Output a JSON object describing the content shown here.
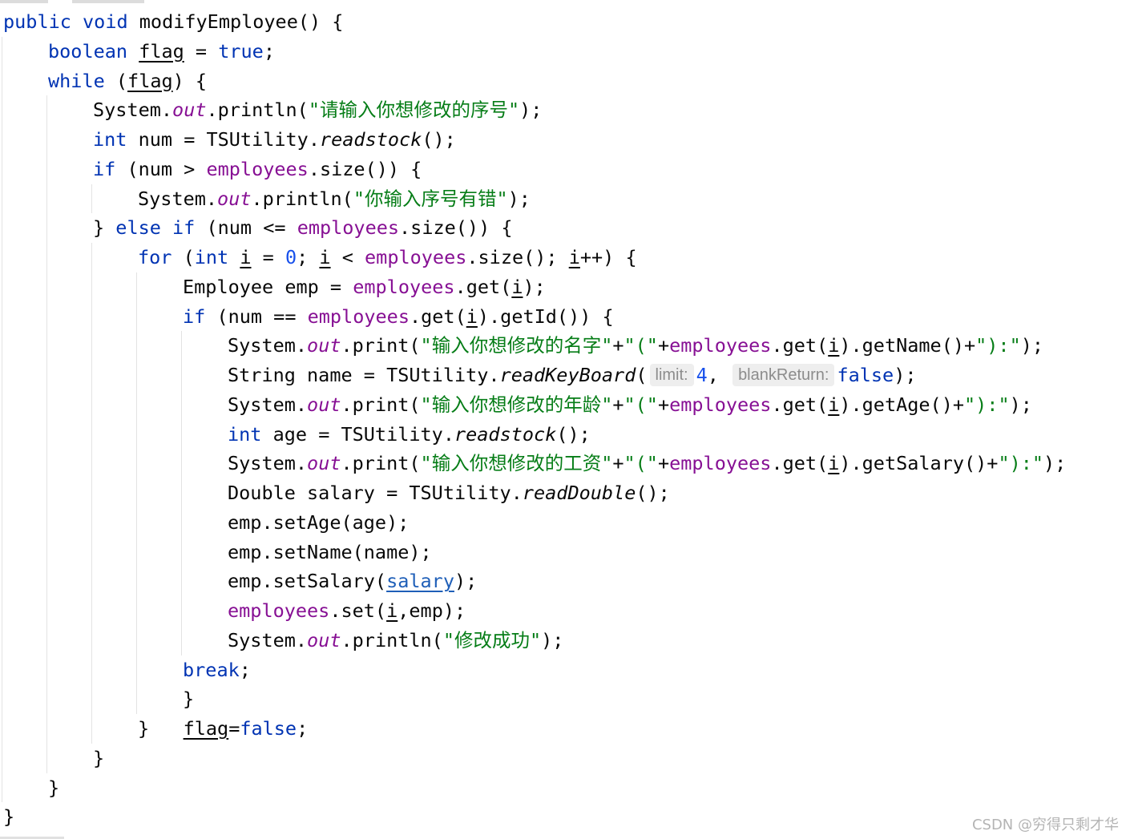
{
  "code_lines": [
    {
      "indent": 0,
      "tokens": [
        {
          "t": "public void ",
          "c": "kw"
        },
        {
          "t": "modifyEmployee",
          "c": "plain"
        },
        {
          "t": "() {",
          "c": "plain"
        }
      ]
    },
    {
      "indent": 1,
      "tokens": [
        {
          "t": "boolean ",
          "c": "kw"
        },
        {
          "t": "flag",
          "c": "underline"
        },
        {
          "t": " = ",
          "c": "plain"
        },
        {
          "t": "true",
          "c": "kw"
        },
        {
          "t": ";",
          "c": "plain"
        }
      ]
    },
    {
      "indent": 1,
      "tokens": [
        {
          "t": "while",
          "c": "kw"
        },
        {
          "t": " (",
          "c": "plain"
        },
        {
          "t": "flag",
          "c": "underline"
        },
        {
          "t": ") {",
          "c": "plain"
        }
      ]
    },
    {
      "indent": 2,
      "tokens": [
        {
          "t": "System.",
          "c": "plain"
        },
        {
          "t": "out",
          "c": "static"
        },
        {
          "t": ".println(",
          "c": "plain"
        },
        {
          "t": "\"请输入你想修改的序号\"",
          "c": "str"
        },
        {
          "t": ");",
          "c": "plain"
        }
      ]
    },
    {
      "indent": 2,
      "tokens": [
        {
          "t": "int",
          "c": "kw"
        },
        {
          "t": " num = TSUtility.",
          "c": "plain"
        },
        {
          "t": "readstock",
          "c": "italic"
        },
        {
          "t": "();",
          "c": "plain"
        }
      ]
    },
    {
      "indent": 2,
      "tokens": [
        {
          "t": "if",
          "c": "kw"
        },
        {
          "t": " (num > ",
          "c": "plain"
        },
        {
          "t": "employees",
          "c": "field"
        },
        {
          "t": ".size()) {",
          "c": "plain"
        }
      ]
    },
    {
      "indent": 3,
      "tokens": [
        {
          "t": "System.",
          "c": "plain"
        },
        {
          "t": "out",
          "c": "static"
        },
        {
          "t": ".println(",
          "c": "plain"
        },
        {
          "t": "\"你输入序号有错\"",
          "c": "str"
        },
        {
          "t": ");",
          "c": "plain"
        }
      ]
    },
    {
      "indent": 2,
      "tokens": [
        {
          "t": "} ",
          "c": "plain"
        },
        {
          "t": "else if",
          "c": "kw"
        },
        {
          "t": " (num <= ",
          "c": "plain"
        },
        {
          "t": "employees",
          "c": "field"
        },
        {
          "t": ".size()) {",
          "c": "plain"
        }
      ]
    },
    {
      "indent": 3,
      "tokens": [
        {
          "t": "for",
          "c": "kw"
        },
        {
          "t": " (",
          "c": "plain"
        },
        {
          "t": "int",
          "c": "kw"
        },
        {
          "t": " ",
          "c": "plain"
        },
        {
          "t": "i",
          "c": "underline"
        },
        {
          "t": " = ",
          "c": "plain"
        },
        {
          "t": "0",
          "c": "num"
        },
        {
          "t": "; ",
          "c": "plain"
        },
        {
          "t": "i",
          "c": "underline"
        },
        {
          "t": " < ",
          "c": "plain"
        },
        {
          "t": "employees",
          "c": "field"
        },
        {
          "t": ".size(); ",
          "c": "plain"
        },
        {
          "t": "i",
          "c": "underline"
        },
        {
          "t": "++) {",
          "c": "plain"
        }
      ]
    },
    {
      "indent": 4,
      "tokens": [
        {
          "t": "Employee emp = ",
          "c": "plain"
        },
        {
          "t": "employees",
          "c": "field"
        },
        {
          "t": ".get(",
          "c": "plain"
        },
        {
          "t": "i",
          "c": "underline"
        },
        {
          "t": ");",
          "c": "plain"
        }
      ]
    },
    {
      "indent": 4,
      "tokens": [
        {
          "t": "if",
          "c": "kw"
        },
        {
          "t": " (num == ",
          "c": "plain"
        },
        {
          "t": "employees",
          "c": "field"
        },
        {
          "t": ".get(",
          "c": "plain"
        },
        {
          "t": "i",
          "c": "underline"
        },
        {
          "t": ").getId()) {",
          "c": "plain"
        }
      ]
    },
    {
      "indent": 5,
      "tokens": [
        {
          "t": "System.",
          "c": "plain"
        },
        {
          "t": "out",
          "c": "static"
        },
        {
          "t": ".print(",
          "c": "plain"
        },
        {
          "t": "\"输入你想修改的名字\"",
          "c": "str"
        },
        {
          "t": "+",
          "c": "plain"
        },
        {
          "t": "\"(\"",
          "c": "str"
        },
        {
          "t": "+",
          "c": "plain"
        },
        {
          "t": "employees",
          "c": "field"
        },
        {
          "t": ".get(",
          "c": "plain"
        },
        {
          "t": "i",
          "c": "underline"
        },
        {
          "t": ").getName()+",
          "c": "plain"
        },
        {
          "t": "\"):\"",
          "c": "str"
        },
        {
          "t": ");",
          "c": "plain"
        }
      ]
    },
    {
      "indent": 5,
      "tokens": [
        {
          "t": "String name = TSUtility.",
          "c": "plain"
        },
        {
          "t": "readKeyBoard",
          "c": "italic"
        },
        {
          "t": "(",
          "c": "plain"
        },
        {
          "t": "limit:",
          "c": "hint"
        },
        {
          "t": "4",
          "c": "num"
        },
        {
          "t": ", ",
          "c": "plain"
        },
        {
          "t": "blankReturn:",
          "c": "hint"
        },
        {
          "t": "false",
          "c": "kw"
        },
        {
          "t": ");",
          "c": "plain"
        }
      ]
    },
    {
      "indent": 5,
      "tokens": [
        {
          "t": "System.",
          "c": "plain"
        },
        {
          "t": "out",
          "c": "static"
        },
        {
          "t": ".print(",
          "c": "plain"
        },
        {
          "t": "\"输入你想修改的年龄\"",
          "c": "str"
        },
        {
          "t": "+",
          "c": "plain"
        },
        {
          "t": "\"(\"",
          "c": "str"
        },
        {
          "t": "+",
          "c": "plain"
        },
        {
          "t": "employees",
          "c": "field"
        },
        {
          "t": ".get(",
          "c": "plain"
        },
        {
          "t": "i",
          "c": "underline"
        },
        {
          "t": ").getAge()+",
          "c": "plain"
        },
        {
          "t": "\"):\"",
          "c": "str"
        },
        {
          "t": ");",
          "c": "plain"
        }
      ]
    },
    {
      "indent": 5,
      "tokens": [
        {
          "t": "int",
          "c": "kw"
        },
        {
          "t": " age = TSUtility.",
          "c": "plain"
        },
        {
          "t": "readstock",
          "c": "italic"
        },
        {
          "t": "();",
          "c": "plain"
        }
      ]
    },
    {
      "indent": 5,
      "tokens": [
        {
          "t": "System.",
          "c": "plain"
        },
        {
          "t": "out",
          "c": "static"
        },
        {
          "t": ".print(",
          "c": "plain"
        },
        {
          "t": "\"输入你想修改的工资\"",
          "c": "str"
        },
        {
          "t": "+",
          "c": "plain"
        },
        {
          "t": "\"(\"",
          "c": "str"
        },
        {
          "t": "+",
          "c": "plain"
        },
        {
          "t": "employees",
          "c": "field"
        },
        {
          "t": ".get(",
          "c": "plain"
        },
        {
          "t": "i",
          "c": "underline"
        },
        {
          "t": ").getSalary()+",
          "c": "plain"
        },
        {
          "t": "\"):\"",
          "c": "str"
        },
        {
          "t": ");",
          "c": "plain"
        }
      ]
    },
    {
      "indent": 5,
      "tokens": [
        {
          "t": "Double salary = TSUtility.",
          "c": "plain"
        },
        {
          "t": "readDouble",
          "c": "italic"
        },
        {
          "t": "();",
          "c": "plain"
        }
      ]
    },
    {
      "indent": 5,
      "tokens": [
        {
          "t": "emp.setAge(age);",
          "c": "plain"
        }
      ]
    },
    {
      "indent": 5,
      "tokens": [
        {
          "t": "emp.setName(name);",
          "c": "plain"
        }
      ]
    },
    {
      "indent": 5,
      "tokens": [
        {
          "t": "emp.setSalary(",
          "c": "plain"
        },
        {
          "t": "salary",
          "c": "link"
        },
        {
          "t": ");",
          "c": "plain"
        }
      ]
    },
    {
      "indent": 5,
      "tokens": [
        {
          "t": "employees",
          "c": "field"
        },
        {
          "t": ".set(",
          "c": "plain"
        },
        {
          "t": "i",
          "c": "underline"
        },
        {
          "t": ",emp);",
          "c": "plain"
        }
      ]
    },
    {
      "indent": 5,
      "tokens": [
        {
          "t": "System.",
          "c": "plain"
        },
        {
          "t": "out",
          "c": "static"
        },
        {
          "t": ".println(",
          "c": "plain"
        },
        {
          "t": "\"修改成功\"",
          "c": "str"
        },
        {
          "t": ");",
          "c": "plain"
        }
      ]
    },
    {
      "indent": 4,
      "tokens": [
        {
          "t": "break",
          "c": "kw"
        },
        {
          "t": ";",
          "c": "plain"
        }
      ]
    },
    {
      "indent": 4,
      "tokens": [
        {
          "t": "}",
          "c": "plain"
        }
      ]
    },
    {
      "indent": 3,
      "tokens": [
        {
          "t": "}   ",
          "c": "plain"
        },
        {
          "t": "flag",
          "c": "underline"
        },
        {
          "t": "=",
          "c": "plain"
        },
        {
          "t": "false",
          "c": "kw"
        },
        {
          "t": ";",
          "c": "plain"
        }
      ]
    },
    {
      "indent": 2,
      "tokens": [
        {
          "t": "}",
          "c": "plain"
        }
      ]
    },
    {
      "indent": 1,
      "tokens": [
        {
          "t": "}",
          "c": "plain"
        }
      ]
    },
    {
      "indent": 0,
      "tokens": [
        {
          "t": "}",
          "c": "plain"
        }
      ]
    }
  ],
  "watermark": "CSDN @穷得只剩才华",
  "colors": {
    "keyword": "#0033b3",
    "field": "#871094",
    "string": "#067d17",
    "number": "#1750eb",
    "plain": "#080808",
    "link": "#1f5fb8",
    "hint_text": "#8c8c8c",
    "hint_bg": "#eeeeee",
    "indent_guide": "#e3e3e3",
    "background": "#ffffff"
  }
}
